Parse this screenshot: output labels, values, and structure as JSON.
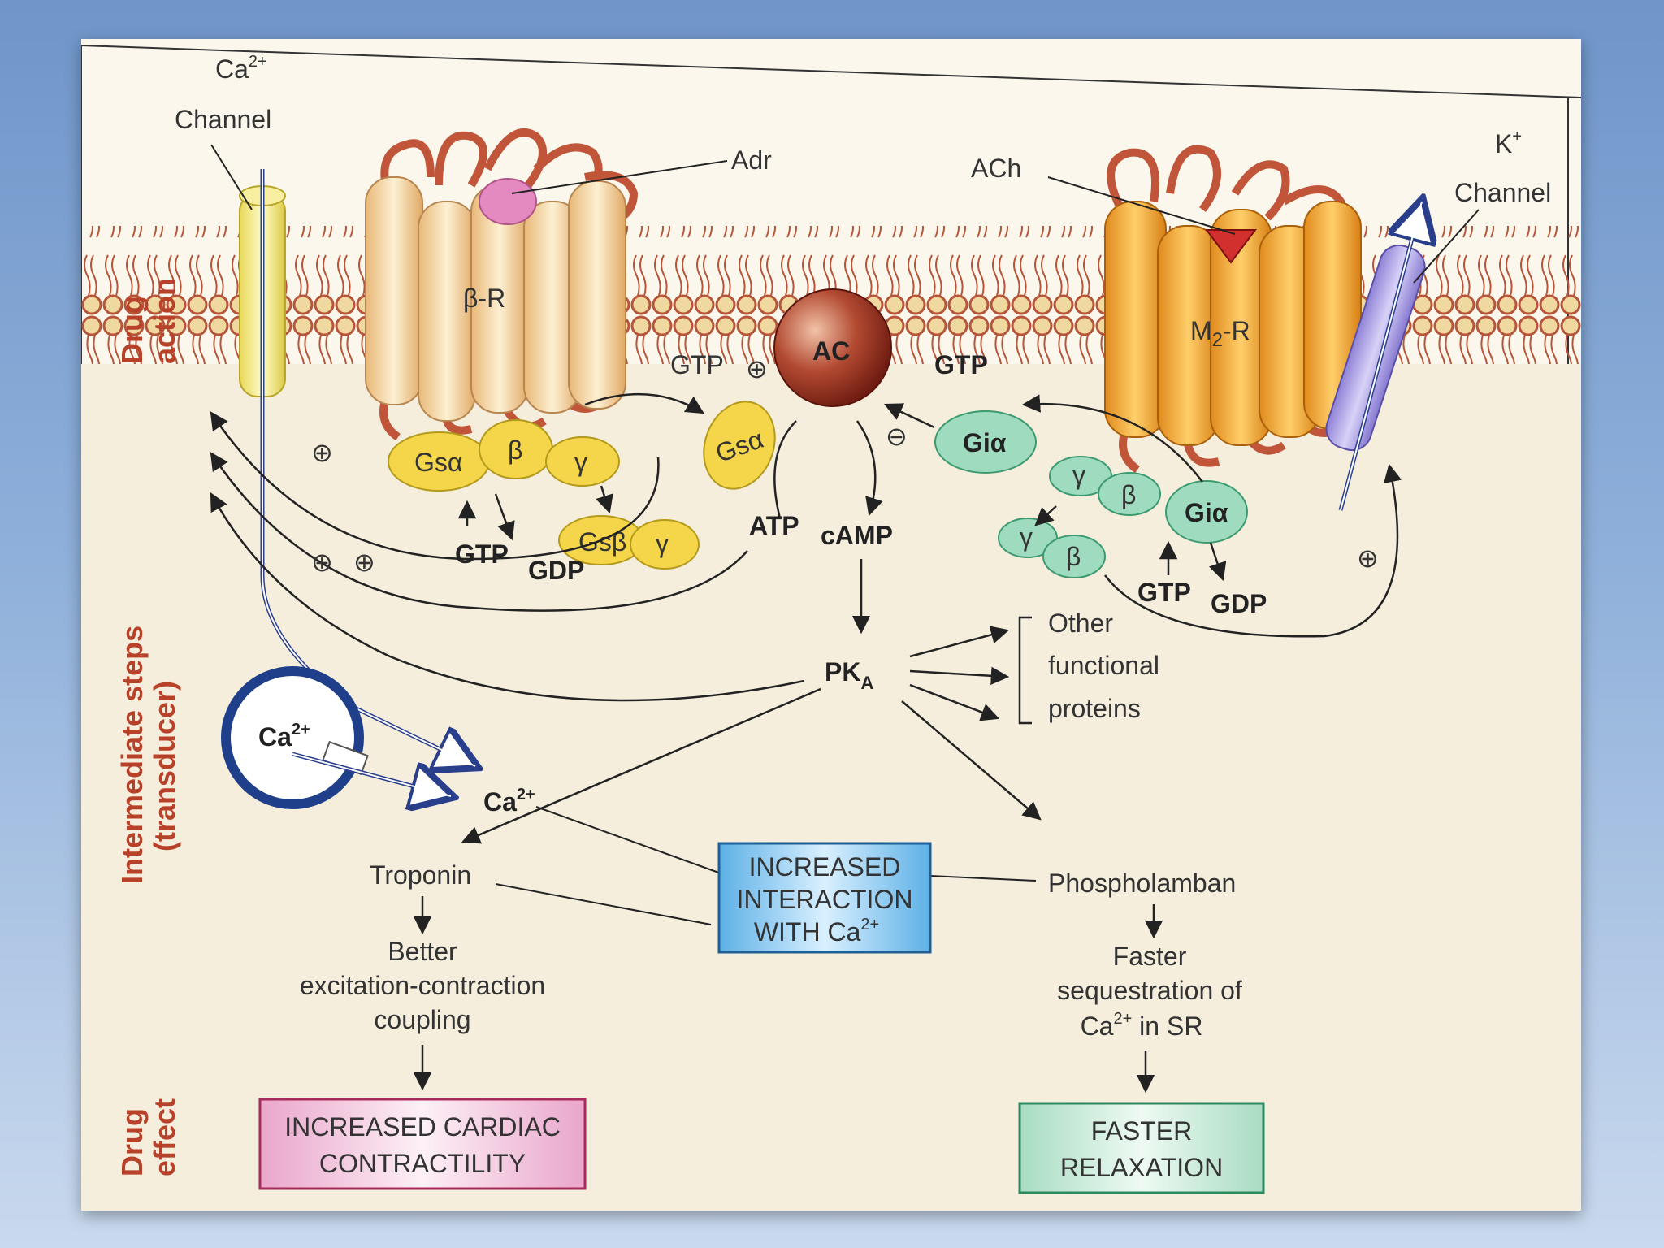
{
  "labels": {
    "ca_channel_ion": "Ca",
    "ca_channel_sup": "2+",
    "ca_channel_word": "Channel",
    "adr": "Adr",
    "beta_r": "β-R",
    "ach": "ACh",
    "m2r": "M",
    "m2r_sub": "2",
    "m2r_tail": "-R",
    "k_channel_ion": "K",
    "k_channel_sup": "+",
    "k_channel_word": "Channel",
    "ac": "AC",
    "gtp_left": "GTP",
    "gtp_right": "GTP",
    "gsa_moving": "Gsα",
    "gia_moving": "Giα",
    "gsa": "Gsα",
    "beta": "β",
    "gamma": "γ",
    "gsb": "Gsβ",
    "gtp_gs": "GTP",
    "gdp_gs": "GDP",
    "atp": "ATP",
    "camp": "cAMP",
    "gia": "Giα",
    "gtp_gi": "GTP",
    "gdp_gi": "GDP",
    "pka": "PK",
    "pka_sub": "A",
    "other1": "Other",
    "other2": "functional",
    "other3": "proteins",
    "ca_store": "Ca",
    "ca_store_sup": "2+",
    "ca_center": "Ca",
    "ca_center_sup": "2+",
    "troponin": "Troponin",
    "better1": "Better",
    "better2": "excitation-contraction",
    "better3": "coupling",
    "phospholamban": "Phospholamban",
    "faster1": "Faster",
    "faster2": "sequestration of",
    "faster3_ca": "Ca",
    "faster3_sup": "2+",
    "faster3_tail": " in SR",
    "interaction1": "INCREASED",
    "interaction2": "INTERACTION",
    "interaction3": "WITH Ca",
    "interaction_sup": "2+",
    "contractility1": "INCREASED CARDIAC",
    "contractility2": "CONTRACTILITY",
    "relaxation1": "FASTER",
    "relaxation2": "RELAXATION",
    "plus": "⊕",
    "minus": "⊖"
  },
  "side_labels": {
    "drug_action1": "Drug",
    "drug_action2": "action",
    "intermediate1": "Intermediate steps",
    "intermediate2": "(transducer)",
    "drug_effect1": "Drug",
    "drug_effect2": "effect"
  },
  "colors": {
    "receptor_beta": "#f2d39a",
    "receptor_m2": "#f0a53a",
    "loop": "#c0553a",
    "gs": "#f5d54a",
    "gi": "#9fdcbf",
    "ac": "#9a2a1c",
    "ca_channel": "#f3e97a",
    "k_channel": "#a79be0",
    "interaction_box": "#7cc3ec",
    "contractility_box": "#f2c6dc",
    "relaxation_box": "#bfe6d2",
    "side_text": "#b8412a"
  }
}
